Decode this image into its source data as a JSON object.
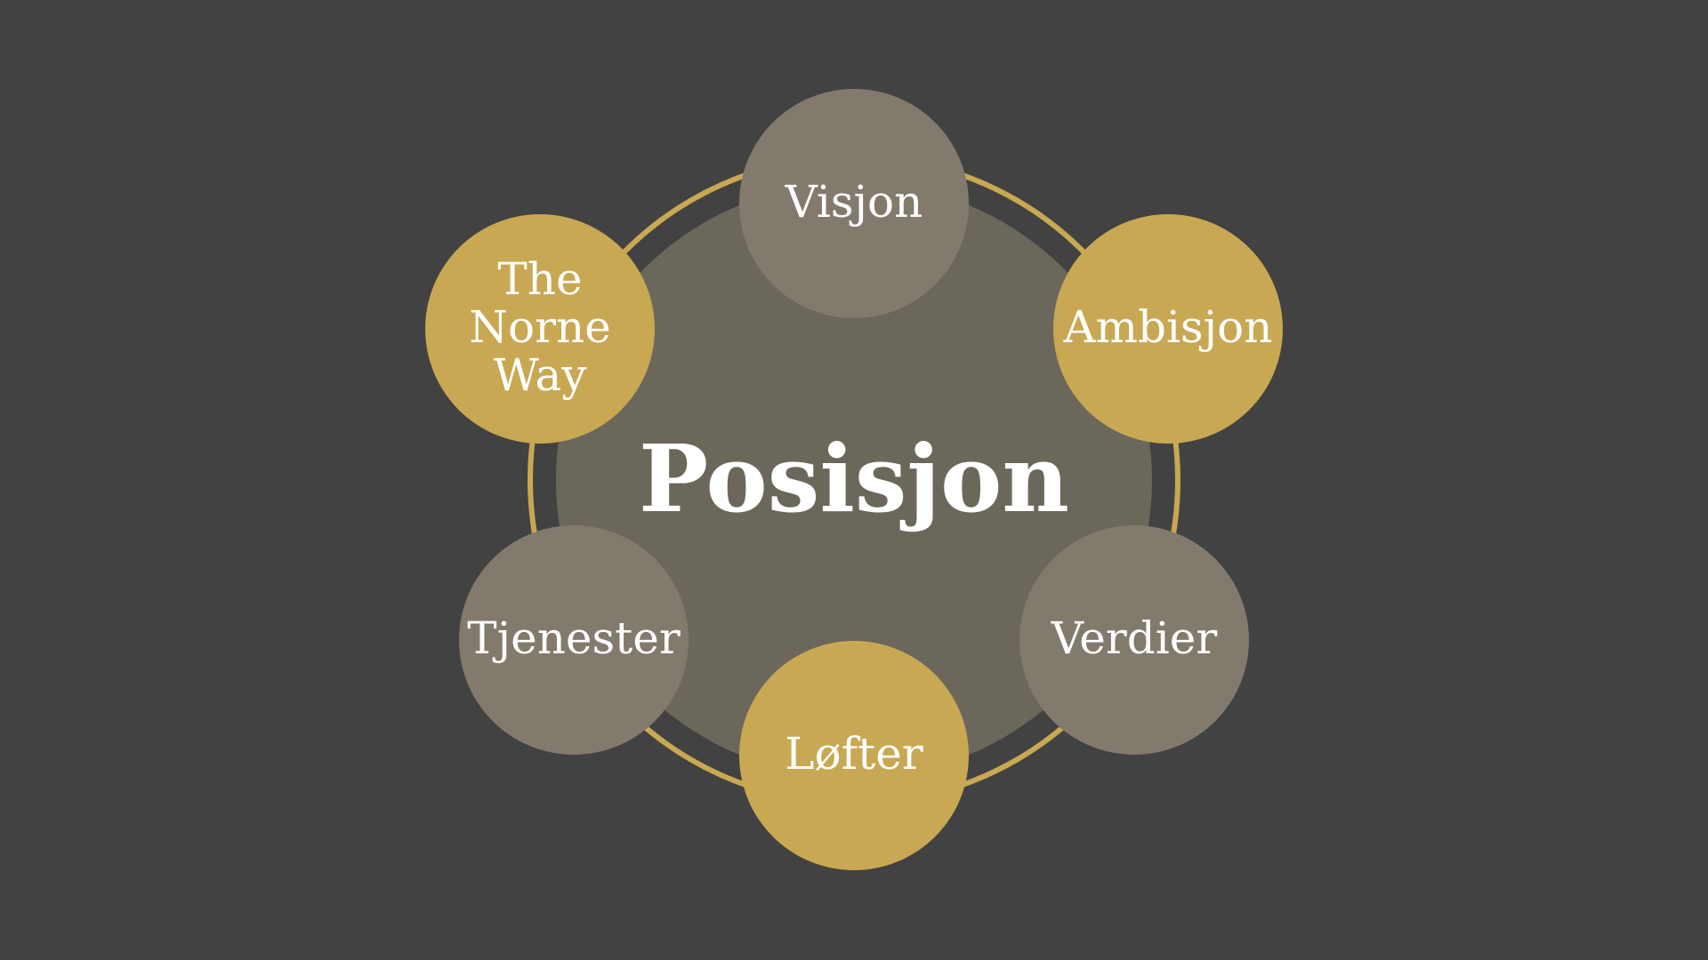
{
  "center": {
    "label": "Posisjon",
    "color": "#6c675b"
  },
  "ring_color": "#c9a853",
  "nodes": [
    {
      "id": "visjon",
      "lines": [
        "Visjon"
      ],
      "color": "#837a6e"
    },
    {
      "id": "ambisjon",
      "lines": [
        "Ambisjon"
      ],
      "color": "#c9a853"
    },
    {
      "id": "verdier",
      "lines": [
        "Verdier"
      ],
      "color": "#837a6e"
    },
    {
      "id": "lofter",
      "lines": [
        "Løfter"
      ],
      "color": "#c9a853"
    },
    {
      "id": "tjenester",
      "lines": [
        "Tjenester"
      ],
      "color": "#837a6e"
    },
    {
      "id": "the-norne-way",
      "lines": [
        "The",
        "Norne",
        "Way"
      ],
      "color": "#c9a853"
    }
  ]
}
